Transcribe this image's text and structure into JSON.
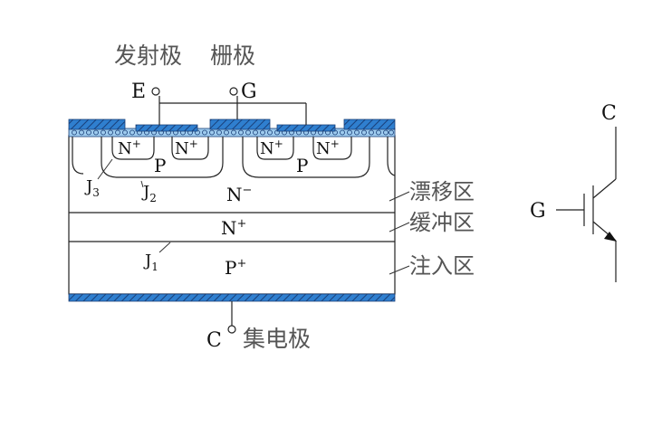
{
  "labels": {
    "emitter_cn": "发射极",
    "gate_cn": "栅极",
    "collector_cn": "集电极",
    "E": "E",
    "G": "G",
    "C": "C",
    "n_plus": "N",
    "plus_sup": "+",
    "minus_sup": "−",
    "p": "P",
    "n": "N",
    "j": "J",
    "j1_sub": "1",
    "j2_sub": "2",
    "j3_sub": "3",
    "drift_region": "漂移区",
    "buffer_region": "缓冲区",
    "injection_region": "注入区",
    "symbol_G": "G",
    "symbol_C": "C"
  },
  "colors": {
    "metal": "#2f7fcf",
    "metal_hatch": "#1a3f78",
    "oxide": "#9ecbee",
    "outline": "#222222"
  }
}
